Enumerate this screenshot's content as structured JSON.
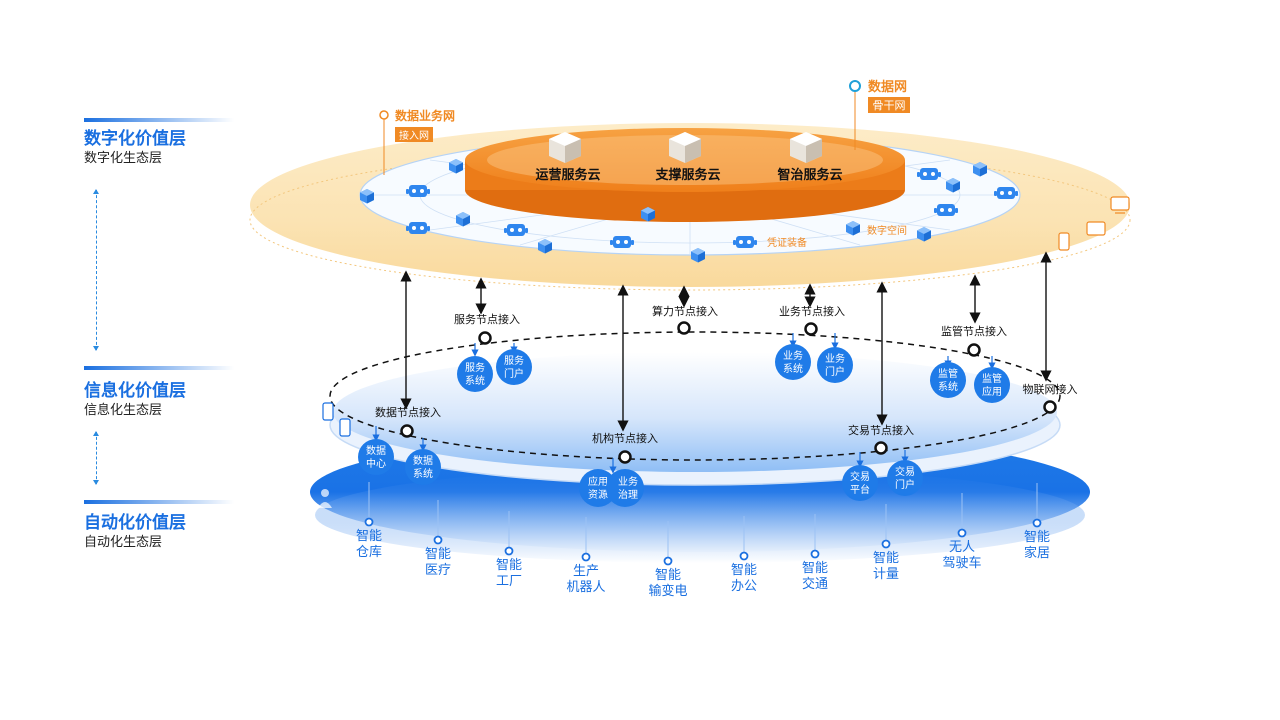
{
  "layers": [
    {
      "title": "数字化价值层",
      "subtitle": "数字化生态层"
    },
    {
      "title": "信息化价值层",
      "subtitle": "信息化生态层"
    },
    {
      "title": "自动化价值层",
      "subtitle": "自动化生态层"
    }
  ],
  "top_layer": {
    "clouds": [
      "运营服务云",
      "支撑服务云",
      "智治服务云"
    ],
    "network_business": {
      "label": "数据业务网",
      "tag": "接入网"
    },
    "network_data": {
      "label": "数据网",
      "tag": "骨干网"
    },
    "annotation_equipment": "凭证装备",
    "annotation_space": "数字空间"
  },
  "access_points": {
    "service": "服务节点接入",
    "compute": "算力节点接入",
    "business": "业务节点接入",
    "supervision": "监管节点接入",
    "data": "数据节点接入",
    "institution": "机构节点接入",
    "trade": "交易节点接入",
    "iot": "物联网接入"
  },
  "middle_nodes": {
    "service_system": [
      "服务",
      "系统"
    ],
    "service_portal": [
      "服务",
      "门户"
    ],
    "business_system": [
      "业务",
      "系统"
    ],
    "business_portal": [
      "业务",
      "门户"
    ],
    "supervision_system": [
      "监管",
      "系统"
    ],
    "supervision_app": [
      "监管",
      "应用"
    ],
    "data_center": [
      "数据",
      "中心"
    ],
    "data_system": [
      "数据",
      "系统"
    ],
    "app_resource": [
      "应用",
      "资源"
    ],
    "business_governance": [
      "业务",
      "治理"
    ],
    "trade_platform": [
      "交易",
      "平台"
    ],
    "trade_portal": [
      "交易",
      "门户"
    ]
  },
  "bottom_nodes": [
    [
      "智能",
      "仓库"
    ],
    [
      "智能",
      "医疗"
    ],
    [
      "智能",
      "工厂"
    ],
    [
      "生产",
      "机器人"
    ],
    [
      "智能",
      "输变电"
    ],
    [
      "智能",
      "办公"
    ],
    [
      "智能",
      "交通"
    ],
    [
      "智能",
      "计量"
    ],
    [
      "无人",
      "驾驶车"
    ],
    [
      "智能",
      "家居"
    ]
  ],
  "colors": {
    "accent_blue": "#1a6fe0",
    "node_blue": "#1f7be8",
    "orange": "#f08a24",
    "light_orange": "#fde6bf",
    "dark": "#111111"
  },
  "icons": [
    "cube-icon",
    "robot-icon",
    "wifi-device-icon",
    "phone-icon",
    "person-icon"
  ]
}
